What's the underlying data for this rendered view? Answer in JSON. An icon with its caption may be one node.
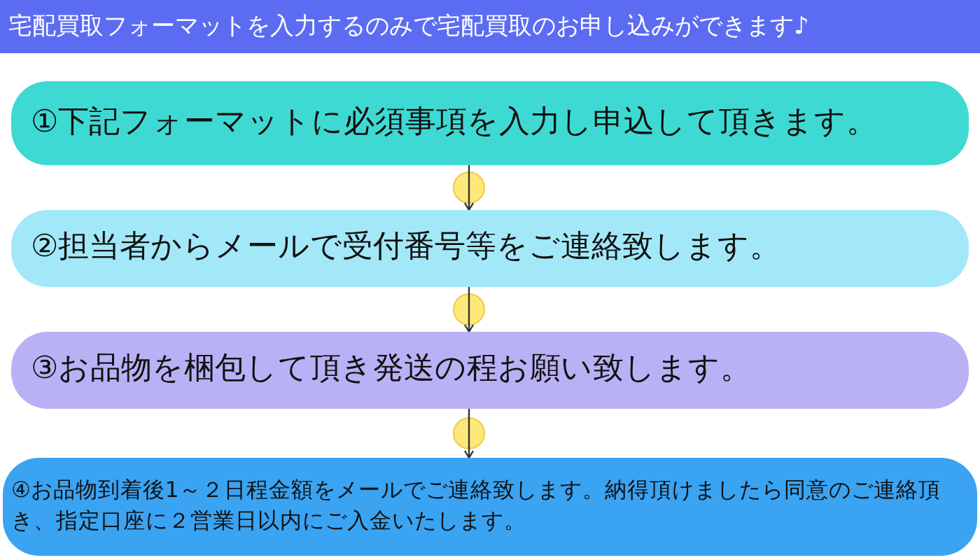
{
  "diagram": {
    "title": "宅配買取フォーマットを入力するのみで宅配買取のお申し込みができます♪",
    "nodes": [
      {
        "text": [
          "①下記フォーマットに必須事項を入力し申込して頂きます。"
        ]
      },
      {
        "text": [
          "②担当者からメールで受付番号等をご連絡致します。"
        ]
      },
      {
        "text": [
          "③お品物を梱包して頂き発送の程お願い致します。"
        ]
      },
      {
        "text": [
          "④お品物到着後1～２日程金額をメールでご連絡致します。納得頂けましたら同意のご連絡頂き、指定口座に２営業日以内にご入金いたします。"
        ]
      }
    ],
    "edges": [
      {
        "from": 0,
        "to": 1,
        "arrow": "to"
      },
      {
        "from": 1,
        "to": 2,
        "arrow": "to"
      },
      {
        "from": 2,
        "to": 3,
        "arrow": "to"
      }
    ]
  }
}
